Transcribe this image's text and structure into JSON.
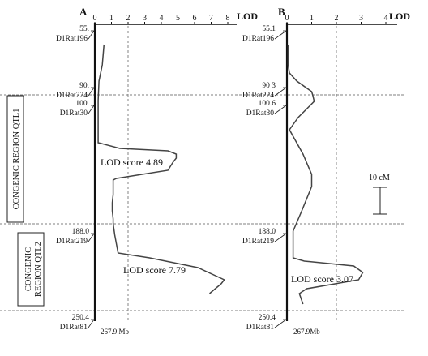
{
  "chart_data": [
    {
      "type": "line",
      "panel": "A",
      "x_axis_label": "LOD",
      "x_ticks": [
        0,
        1,
        2,
        3,
        4,
        5,
        6,
        7,
        8
      ],
      "xlim": [
        0,
        8
      ],
      "threshold_lines": [
        2
      ],
      "markers": [
        {
          "name": "D1Rat196",
          "position": "55."
        },
        {
          "name": "D1Rat224",
          "position": "90."
        },
        {
          "name": "D1Rat30",
          "position": "100."
        },
        {
          "name": "D1Rat219",
          "position": "188.0"
        },
        {
          "name": "D1Rat81",
          "position": "250.4"
        }
      ],
      "curve": {
        "position": [
          55,
          80,
          100,
          124,
          176,
          177,
          183,
          186,
          190,
          195,
          200,
          210,
          220,
          222,
          230,
          240,
          250,
          254,
          260,
          270,
          276,
          290,
          312,
          318,
          330,
          345,
          350,
          362
        ],
        "lod": [
          0.55,
          0.45,
          0.25,
          0.2,
          0.2,
          0.4,
          1.5,
          4.4,
          4.9,
          4.9,
          4.7,
          4.4,
          1.3,
          1.1,
          1.1,
          1.1,
          1.05,
          1.05,
          1.05,
          1.1,
          1.1,
          1.2,
          1.4,
          3.3,
          6.2,
          7.79,
          7.6,
          6.9
        ]
      },
      "annotations": [
        {
          "text": "LOD score 4.89"
        },
        {
          "text": "LOD score 7.79"
        }
      ],
      "bottom_label": "267.9 Mb"
    },
    {
      "type": "line",
      "panel": "B",
      "x_axis_label": "LOD",
      "x_ticks": [
        0,
        1,
        2,
        3,
        4
      ],
      "xlim": [
        0,
        4
      ],
      "threshold_lines": [
        2
      ],
      "markers": [
        {
          "name": "D1Rat196",
          "position": "55.1"
        },
        {
          "name": "D1Rat224",
          "position": "90 3"
        },
        {
          "name": "D1Rat30",
          "position": "100.6"
        },
        {
          "name": "D1Rat219",
          "position": "188.0"
        },
        {
          "name": "D1Rat81",
          "position": "250.4"
        }
      ],
      "curve": {
        "position": [
          55,
          80,
          90,
          100,
          113,
          118,
          125,
          145,
          160,
          190,
          215,
          230,
          260,
          285,
          318,
          322,
          328,
          336,
          345,
          356,
          362,
          375
        ],
        "lod": [
          0.05,
          0.05,
          0.1,
          0.4,
          1.0,
          1.05,
          1.1,
          0.45,
          0.1,
          0.65,
          1.0,
          1.0,
          0.6,
          0.25,
          0.25,
          0.7,
          2.7,
          3.07,
          2.9,
          0.8,
          0.5,
          0.65
        ]
      },
      "annotations": [
        {
          "text": "LOD score 3.07"
        }
      ],
      "bottom_label": "267.9Mb"
    }
  ],
  "regions": [
    {
      "label": "CONGENIC REGION QTL1"
    },
    {
      "label_lines": [
        "CONGENIC",
        "REGION QTL2"
      ]
    }
  ],
  "scale_bar": {
    "label": "10 cM"
  }
}
